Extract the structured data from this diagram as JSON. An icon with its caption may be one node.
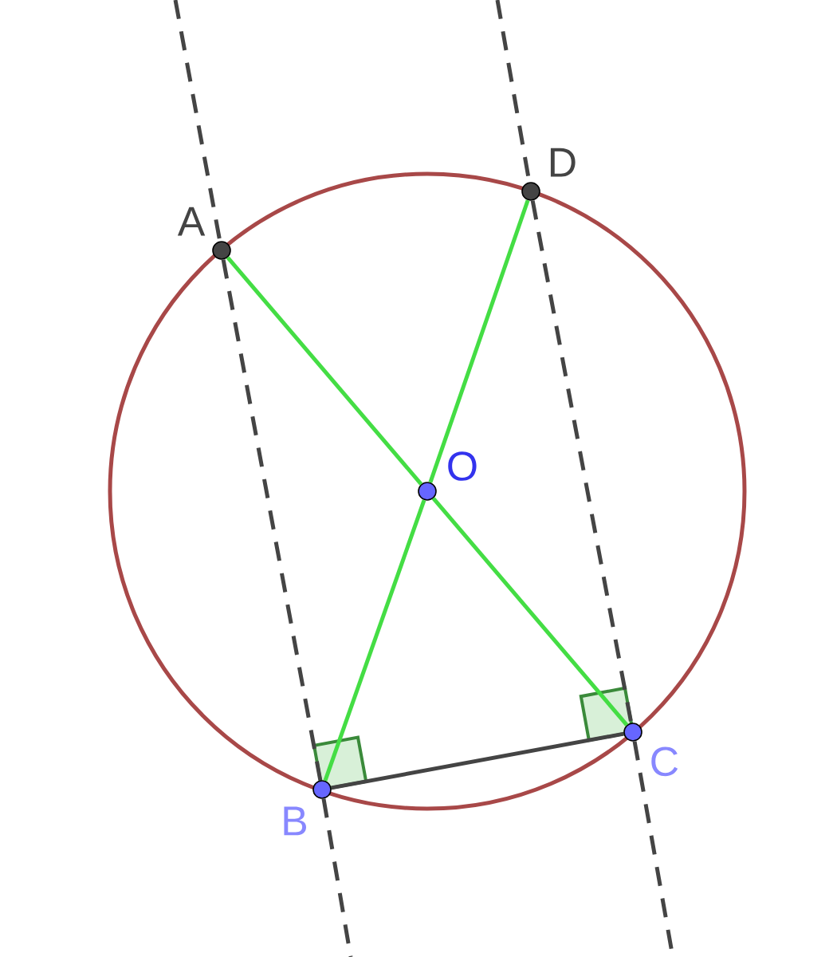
{
  "diagram": {
    "nodes": [
      {
        "text": [
          "A"
        ]
      },
      {
        "text": [
          "D"
        ]
      },
      {
        "text": [
          "O"
        ]
      },
      {
        "text": [
          "B"
        ]
      },
      {
        "text": [
          "C"
        ]
      }
    ],
    "edges": [
      {
        "from": null,
        "to": 0,
        "arrow": "none",
        "style": "dashed"
      },
      {
        "from": 0,
        "to": 3,
        "arrow": "none",
        "style": "dashed"
      },
      {
        "from": 3,
        "to": null,
        "arrow": "none",
        "style": "dashed"
      },
      {
        "from": null,
        "to": 1,
        "arrow": "none",
        "style": "dashed"
      },
      {
        "from": 1,
        "to": 4,
        "arrow": "none",
        "style": "dashed"
      },
      {
        "from": 4,
        "to": null,
        "arrow": "none",
        "style": "dashed"
      },
      {
        "from": 0,
        "to": 2,
        "arrow": "none",
        "color": "#44dd44"
      },
      {
        "from": 2,
        "to": 4,
        "arrow": "none",
        "color": "#44dd44"
      },
      {
        "from": 1,
        "to": 2,
        "arrow": "none",
        "color": "#44dd44"
      },
      {
        "from": 2,
        "to": 3,
        "arrow": "none",
        "color": "#44dd44"
      },
      {
        "from": 3,
        "to": 4,
        "arrow": "none"
      }
    ]
  }
}
